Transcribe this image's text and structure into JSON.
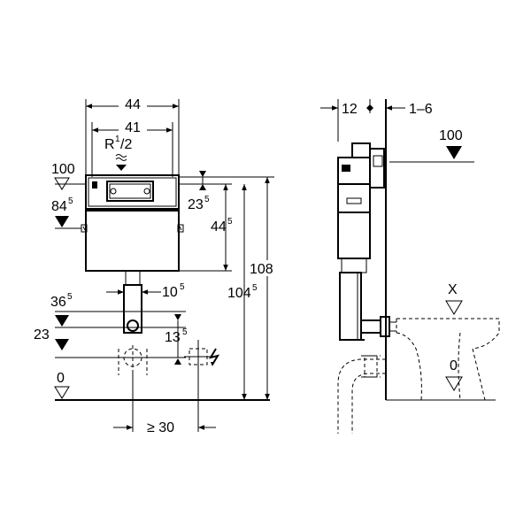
{
  "front_view": {
    "width_outer": "44",
    "width_inner": "41",
    "inlet_main": "R",
    "inlet_sup": "1",
    "inlet_tail": "/2",
    "level_top_left": "100",
    "level_84_main": "84",
    "level_84_sup": "5",
    "dim_23_main": "23",
    "dim_23_sup": "5",
    "dim_44_main": "44",
    "dim_44_sup": "5",
    "dim_108": "108",
    "dim_104_main": "104",
    "dim_104_sup": "5",
    "dim_10_main": "10",
    "dim_10_sup": "5",
    "level_36_main": "36",
    "level_36_sup": "5",
    "level_23": "23",
    "dim_13_main": "13",
    "dim_13_sup": "5",
    "level_0": "0",
    "min_spacing": "≥ 30"
  },
  "side_view": {
    "depth": "12",
    "gap": "1–6",
    "level_100": "100",
    "level_x": "X",
    "level_0": "0"
  },
  "icons": {
    "water": "water-supply-icon",
    "electric": "electric-icon"
  }
}
